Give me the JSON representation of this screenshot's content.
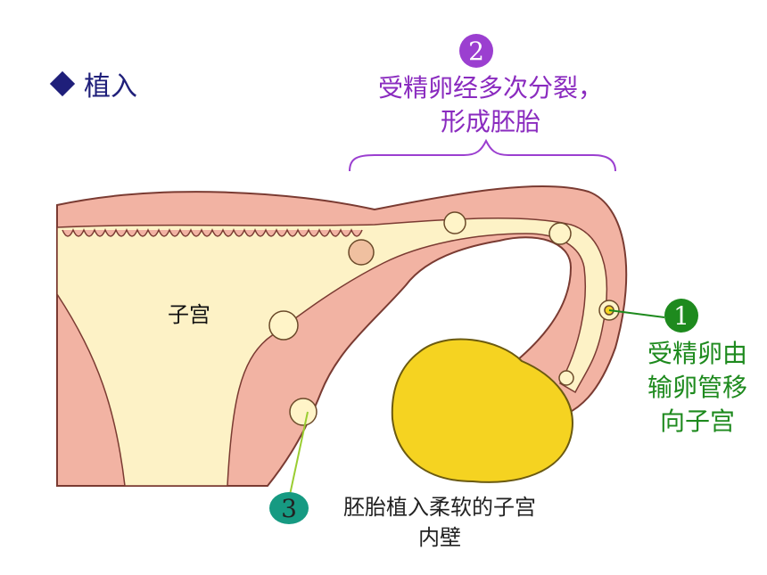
{
  "heading": "植入",
  "uterus_label": "子宫",
  "steps": [
    {
      "number": "1",
      "text_lines": [
        "受精卵由",
        "输卵管移",
        "向子宫"
      ],
      "color": "#1e8a1e"
    },
    {
      "number": "2",
      "text_lines": [
        "受精卵经多次分裂，",
        "形成胚胎"
      ],
      "color": "#8a2bbf"
    },
    {
      "number": "3",
      "text_lines": [
        "胚胎植入柔软的子宫",
        "内壁"
      ],
      "color": "#169a82"
    }
  ],
  "colors": {
    "heading": "#1f1f7a",
    "tissue": "#f0b0a0",
    "cavity": "#fff4c8",
    "ovary": "#f5d321"
  }
}
